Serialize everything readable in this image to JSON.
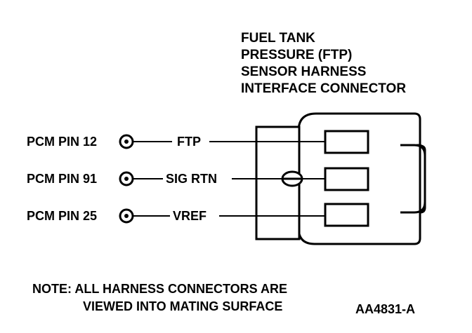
{
  "connector": {
    "title_lines": [
      "FUEL TANK",
      "PRESSURE (FTP)",
      "SENSOR HARNESS",
      "INTERFACE CONNECTOR"
    ]
  },
  "pins": [
    {
      "pin_label": "PCM PIN 12",
      "signal": "FTP"
    },
    {
      "pin_label": "PCM PIN 91",
      "signal": "SIG RTN"
    },
    {
      "pin_label": "PCM PIN 25",
      "signal": "VREF"
    }
  ],
  "note": {
    "line1": "NOTE: ALL HARNESS CONNECTORS ARE",
    "line2": "VIEWED INTO MATING SURFACE"
  },
  "figure_id": "AA4831-A"
}
